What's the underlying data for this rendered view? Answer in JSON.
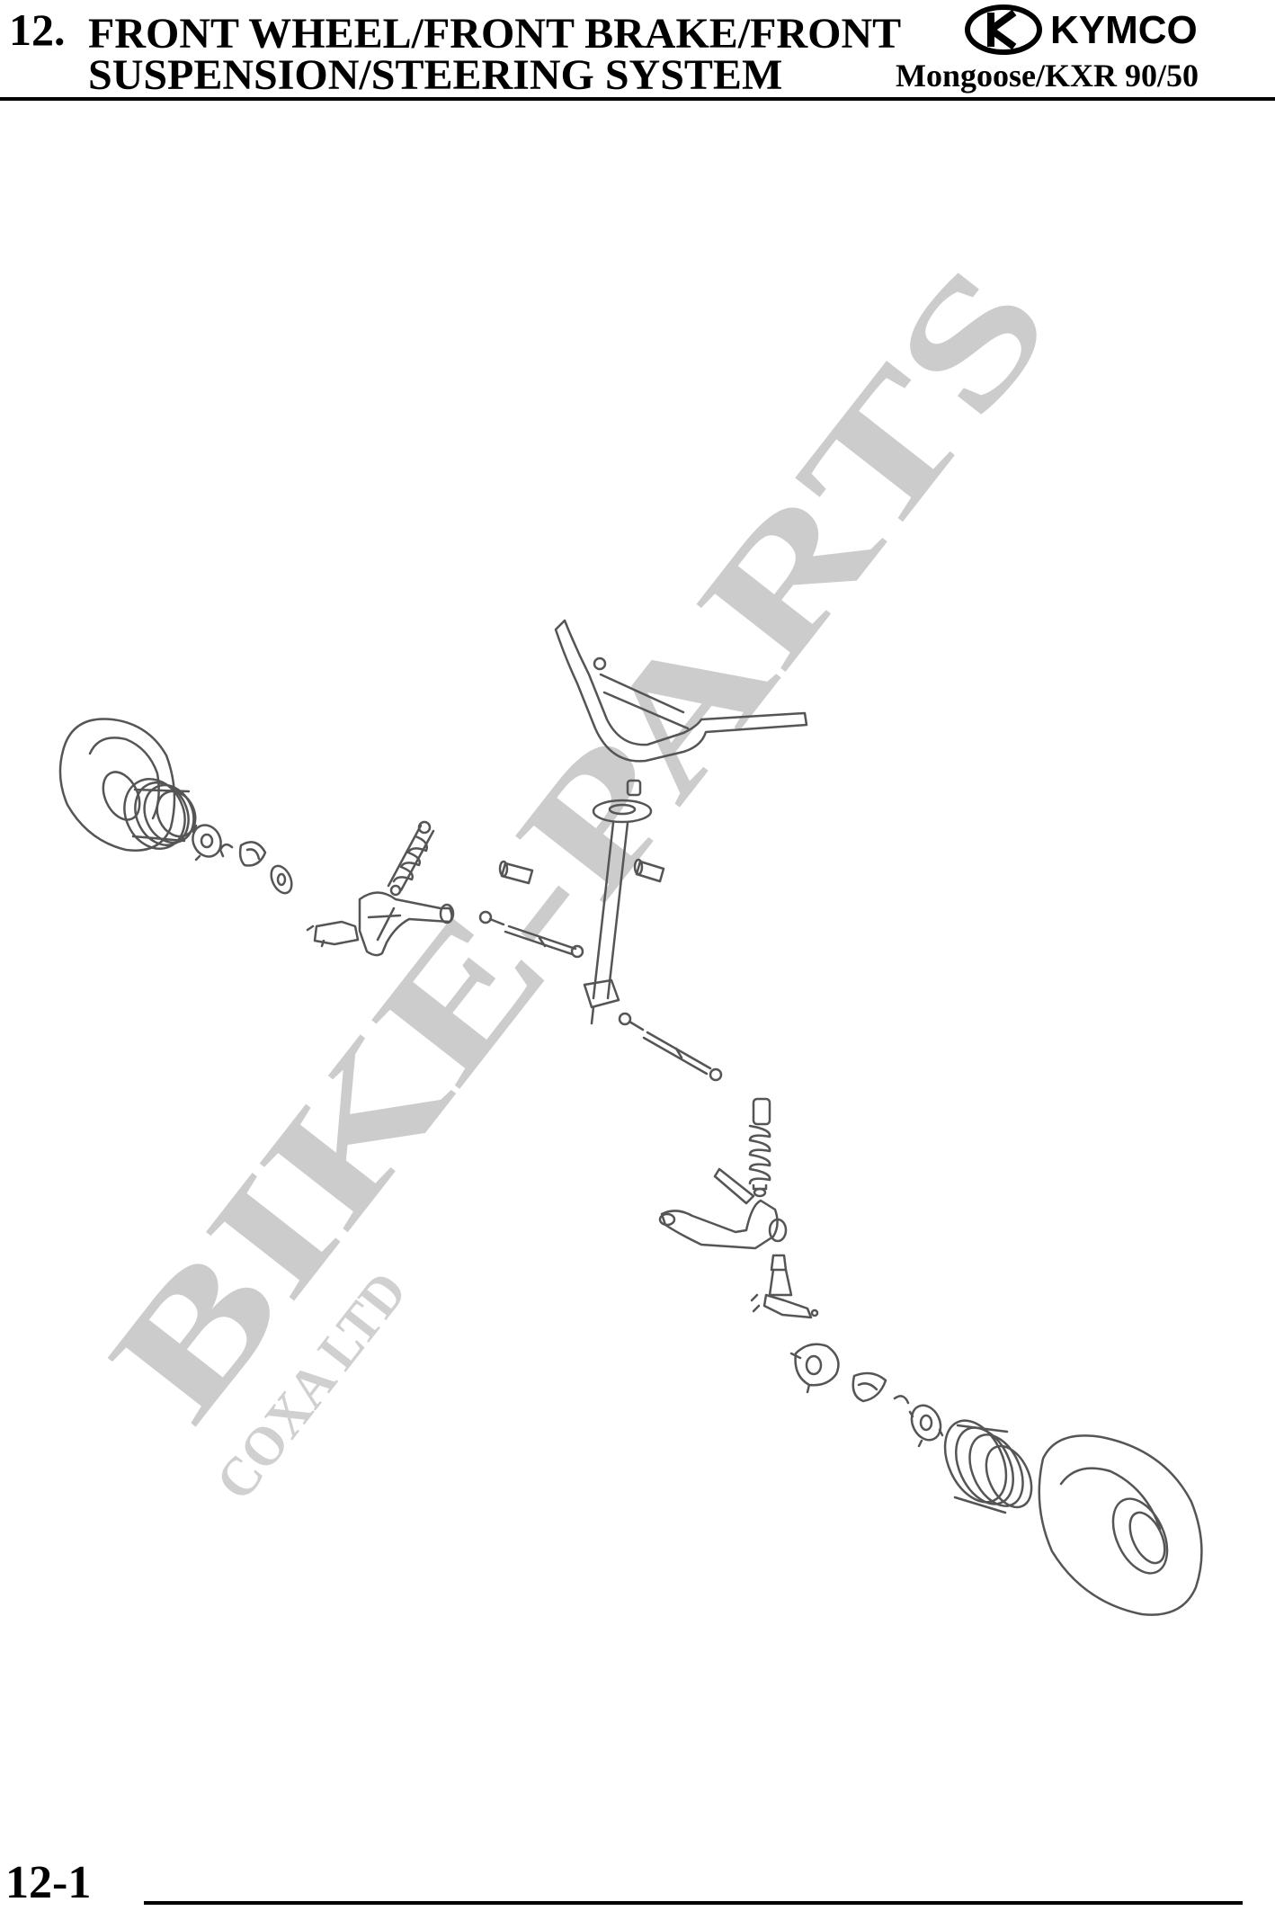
{
  "header": {
    "chapter_number": "12.",
    "title_line1": "FRONT WHEEL/FRONT BRAKE/FRONT",
    "title_line2": "SUSPENSION/STEERING SYSTEM",
    "brand": "KYMCO",
    "model": "Mongoose/KXR 90/50"
  },
  "watermark": {
    "main": "BIKE-PARTS",
    "sub": "COXA LTD"
  },
  "footer": {
    "page_number": "12-1"
  },
  "colors": {
    "ink": "#000000",
    "line_art": "#555555",
    "watermark": "#bdbdbd"
  }
}
